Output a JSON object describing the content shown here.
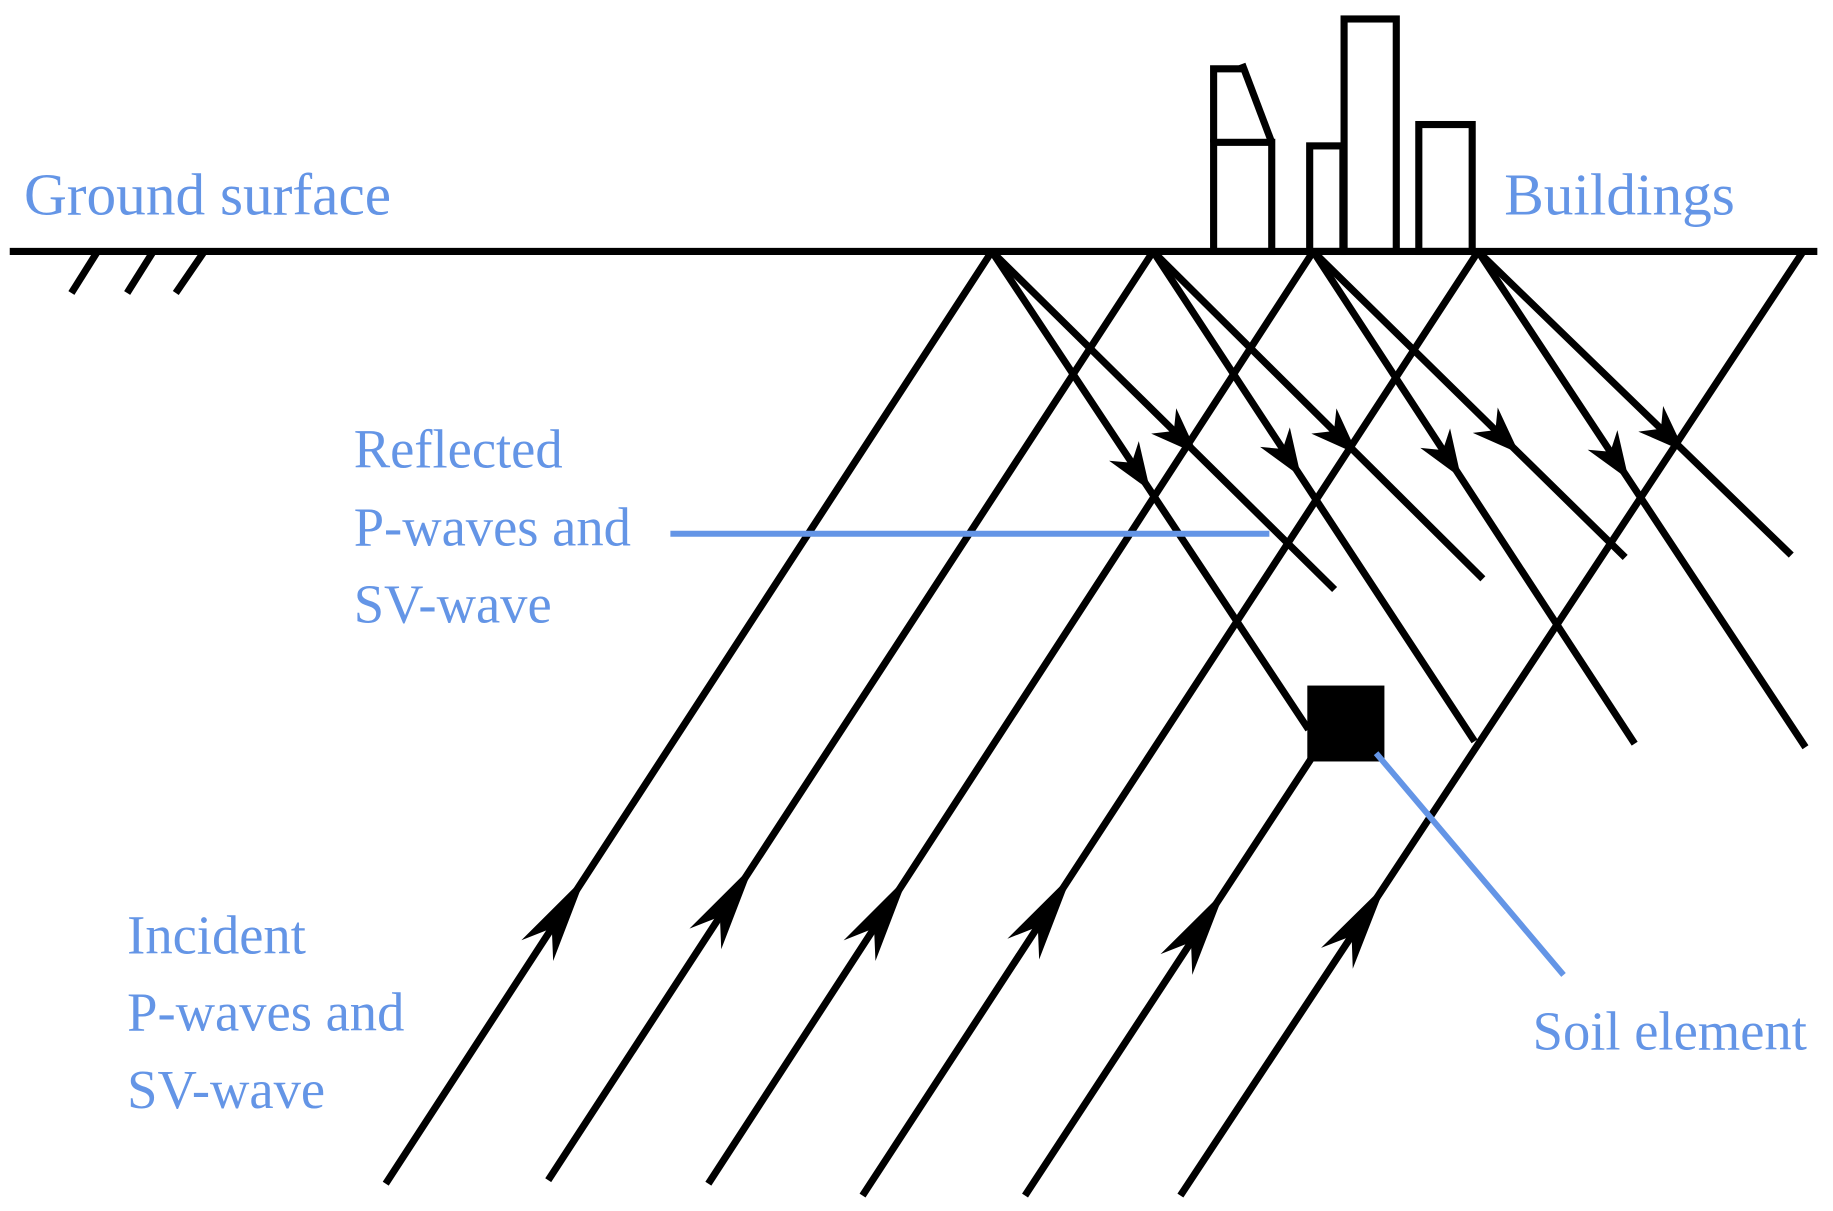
{
  "labels": {
    "ground_surface": "Ground surface",
    "buildings": "Buildings",
    "reflected": [
      "Reflected",
      "P-waves and",
      "SV-wave"
    ],
    "incident": [
      "Incident",
      "P-waves and",
      "SV-wave"
    ],
    "soil_element": "Soil element"
  },
  "colors": {
    "label": "#6495e6",
    "line": "#000000"
  }
}
